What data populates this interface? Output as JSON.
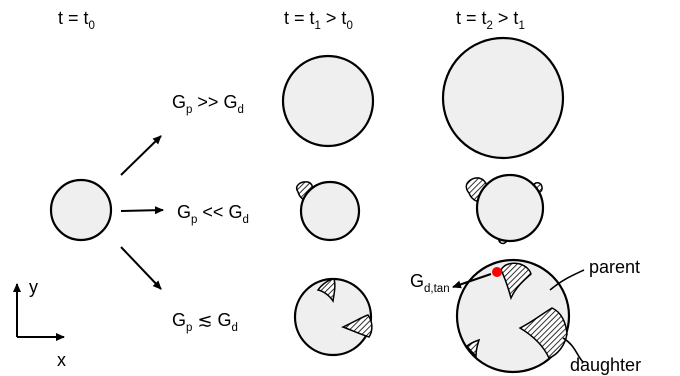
{
  "headers": {
    "col0": {
      "base": "t = t",
      "sub": "0"
    },
    "col1": {
      "a": "t = t",
      "a_sub": "1",
      "b": " > t",
      "b_sub": "0"
    },
    "col2": {
      "a": "t = t",
      "a_sub": "2",
      "b": " > t",
      "b_sub": "1"
    }
  },
  "conditions": {
    "row1": {
      "g1": "G",
      "g1_sub": "p",
      "op": " >> G",
      "g2_sub": "d"
    },
    "row2": {
      "g1": "G",
      "g1_sub": "p",
      "op": " << G",
      "g2_sub": "d"
    },
    "row3": {
      "g1": "G",
      "g1_sub": "p",
      "op": " ≲ G",
      "g2_sub": "d"
    }
  },
  "annotations": {
    "gdtan": {
      "base": "G",
      "sub": "d,tan"
    },
    "parent": "parent",
    "daughter": "daughter"
  },
  "axes": {
    "x": "x",
    "y": "y"
  },
  "colors": {
    "particle_fill": "#efefef",
    "stroke": "#000000",
    "contact_point": "#ff0000"
  }
}
